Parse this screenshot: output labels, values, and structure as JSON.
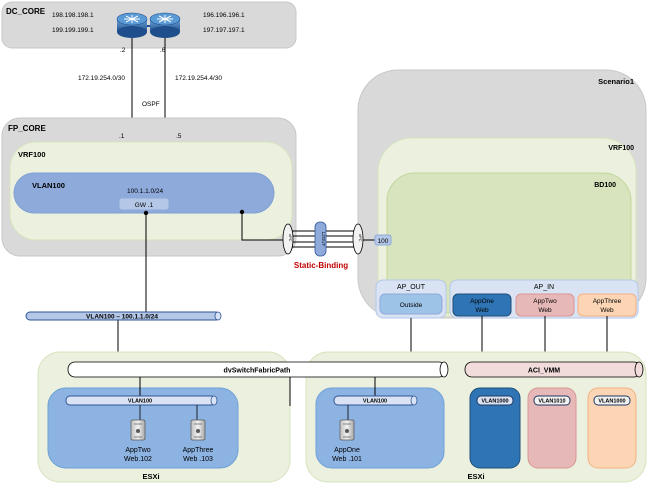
{
  "dc_core": {
    "title": "DC_CORE",
    "ip_left_1": "198.198.198.1",
    "ip_left_2": "199.199.199.1",
    "ip_right_1": "196.196.196.1",
    "ip_right_2": "197.197.197.1",
    "port_left": ".2",
    "port_right": ".6"
  },
  "links": {
    "subnet_left": "172.19.254.0/30",
    "subnet_right": "172.19.254.4/30",
    "protocol": "OSPF"
  },
  "fp_core": {
    "title": "FP_CORE",
    "port_left": ".1",
    "port_right": ".5",
    "vrf": "VRF100",
    "vlan": "VLAN100",
    "subnet": "100.1.1.0/24",
    "gateway": "GW .1"
  },
  "static_binding": {
    "label": "Static-Binding",
    "vpc_label": "vPC",
    "encap": "100",
    "bundle": "L2OUT"
  },
  "scenario": {
    "title": "Scenario1",
    "vrf": "VRF100",
    "bd": "BD100",
    "ap_out": {
      "title": "AP_OUT",
      "epg": "Outside"
    },
    "ap_in": {
      "title": "AP_IN",
      "epgs": [
        "AppOne\nWeb",
        "AppTwo\nWeb",
        "AppThree\nWeb"
      ]
    }
  },
  "vlan_bus": {
    "label": "VLAN100 – 100.1.1.0/24"
  },
  "dvs": {
    "label": "dvSwitchFabricPath"
  },
  "aci_vmm": {
    "label": "ACI_VMM"
  },
  "esxi_left": {
    "title": "ESXi",
    "vlan": "VLAN100",
    "vms": [
      {
        "name": "AppTwo",
        "ip": "Web.102"
      },
      {
        "name": "AppThree",
        "ip": "Web .103"
      }
    ]
  },
  "esxi_right": {
    "title": "ESXi",
    "vlan": "VLAN100",
    "vm": {
      "name": "AppOne",
      "ip": "Web .101"
    },
    "pg_labels": [
      "VLAN1000",
      "VLAN1010",
      "VLAN1000"
    ]
  },
  "colors": {
    "container_gray": "#d9d9d9",
    "green_light": "#ebf1de",
    "green_mid": "#d7e4bd",
    "vlan_blue": "#8eaadb",
    "esxi_blue": "#8db3e2",
    "app_one": "#2f75b5",
    "app_two": "#e6b8b7",
    "app_three": "#fcd5b4",
    "label_red": "#c00000"
  }
}
